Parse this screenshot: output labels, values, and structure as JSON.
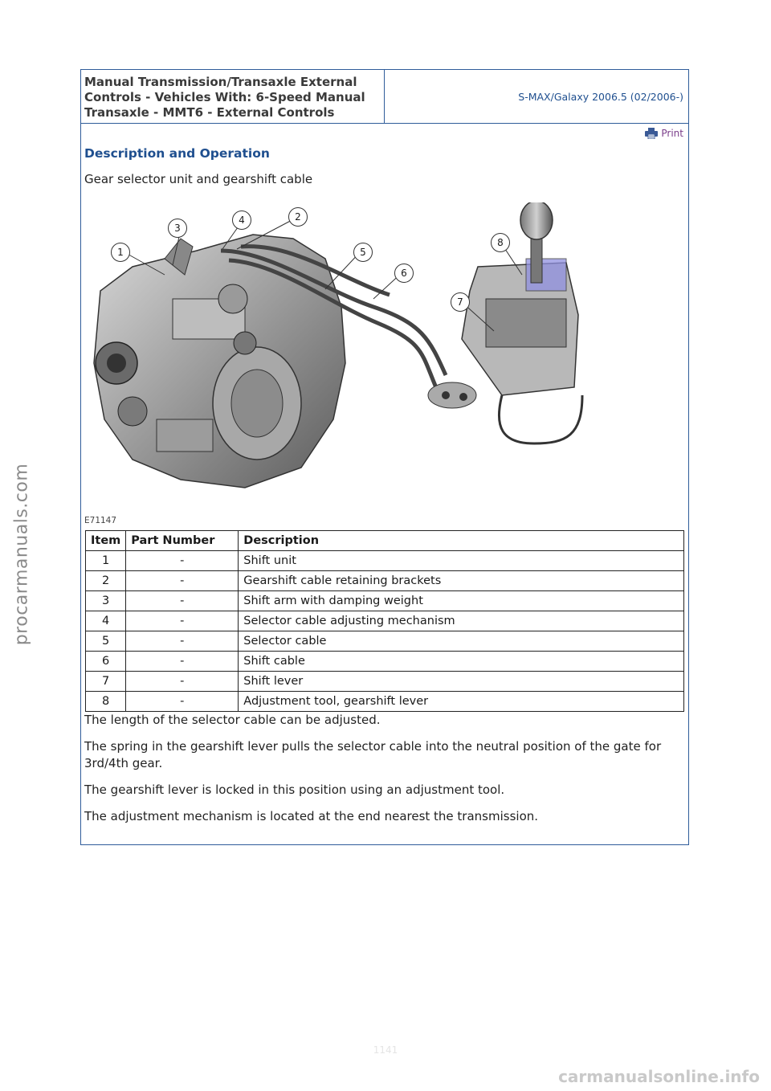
{
  "watermark_side": "procarmanuals.com",
  "watermark_bottom": "carmanualsonline.info",
  "page_number": "1141",
  "header": {
    "title": "Manual Transmission/Transaxle External Controls - Vehicles With: 6-Speed Manual Transaxle - MMT6 - External Controls",
    "model": "S-MAX/Galaxy 2006.5 (02/2006-)"
  },
  "print_label": "Print",
  "section_title": "Description and Operation",
  "subtitle": "Gear selector unit and gearshift cable",
  "figure": {
    "code": "E71147",
    "callouts": [
      "1",
      "2",
      "3",
      "4",
      "5",
      "6",
      "7",
      "8"
    ]
  },
  "table": {
    "headers": [
      "Item",
      "Part Number",
      "Description"
    ],
    "rows": [
      {
        "item": "1",
        "part": "-",
        "desc": "Shift unit"
      },
      {
        "item": "2",
        "part": "-",
        "desc": "Gearshift cable retaining brackets"
      },
      {
        "item": "3",
        "part": "-",
        "desc": "Shift arm with damping weight"
      },
      {
        "item": "4",
        "part": "-",
        "desc": "Selector cable adjusting mechanism"
      },
      {
        "item": "5",
        "part": "-",
        "desc": "Selector cable"
      },
      {
        "item": "6",
        "part": "-",
        "desc": "Shift cable"
      },
      {
        "item": "7",
        "part": "-",
        "desc": "Shift lever"
      },
      {
        "item": "8",
        "part": "-",
        "desc": "Adjustment tool, gearshift lever"
      }
    ]
  },
  "paragraphs": [
    "The length of the selector cable can be adjusted.",
    "The spring in the gearshift lever pulls the selector cable into the neutral position of the gate for 3rd/4th gear.",
    "The gearshift lever is locked in this position using an adjustment tool.",
    "The adjustment mechanism is located at the end nearest the transmission."
  ]
}
